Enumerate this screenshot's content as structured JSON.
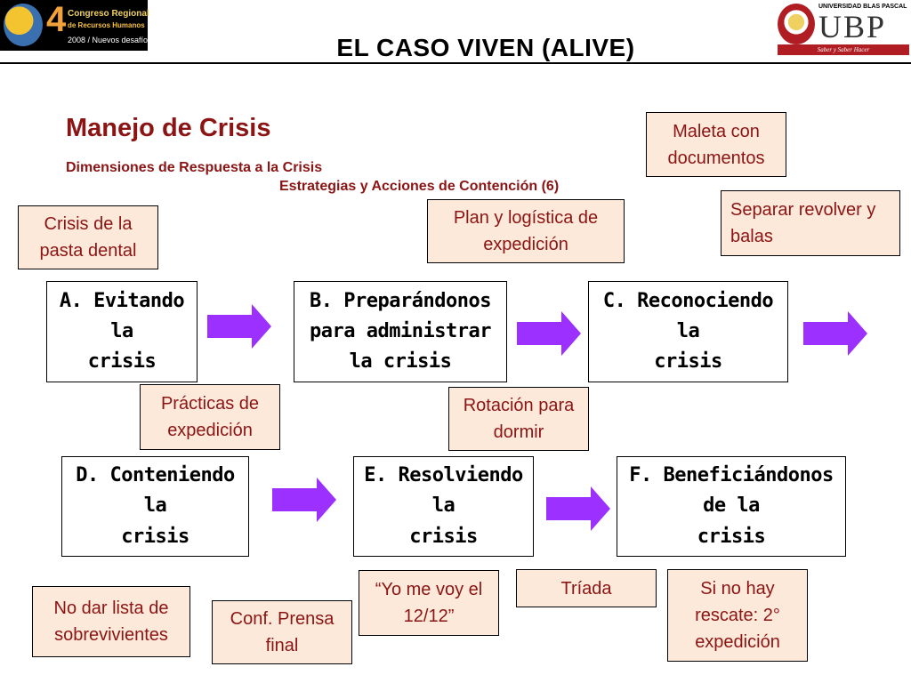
{
  "header": {
    "title": "EL CASO VIVEN (ALIVE)",
    "logo_left": {
      "number": "4",
      "line1": "Congreso Regional",
      "line2": "de Recursos Humanos",
      "line3": "2008 / Nuevos desafíos"
    },
    "logo_right": {
      "university": "UNIVERSIDAD BLAS PASCAL",
      "acronym": "UBP",
      "motto": "Saber y Saber Hacer"
    }
  },
  "main": {
    "heading": "Manejo de Crisis",
    "subheading": "Dimensiones de Respuesta a la Crisis",
    "subheading2": "Estrategias y Acciones de Contención (6)"
  },
  "stages": [
    {
      "label": "A. Evitando\nla\ncrisis"
    },
    {
      "label": "B. Preparándonos\npara administrar\nla crisis"
    },
    {
      "label": "C. Reconociendo\nla\ncrisis"
    },
    {
      "label": "D. Conteniendo\nla\ncrisis"
    },
    {
      "label": "E. Resolviendo\nla\ncrisis"
    },
    {
      "label": "F. Beneficiándonos\nde la\ncrisis"
    }
  ],
  "notes": {
    "crisis_pasta": "Crisis de la pasta dental",
    "plan_logistica": "Plan y logística de expedición",
    "maleta": "Maleta con documentos",
    "separar": "Separar revolver y balas",
    "practicas": "Prácticas de expedición",
    "rotacion": "Rotación para dormir",
    "yo_me_voy": "“Yo me voy el 12/12”",
    "triada": "Tríada",
    "si_no_hay": "Si no hay rescate: 2° expedición",
    "no_dar": "No dar lista de sobrevivientes",
    "conf_prensa": "Conf. Prensa final"
  },
  "colors": {
    "title_red": "#8b1414",
    "note_fill": "#fde9d9",
    "arrow_purple": "#9b30ff"
  }
}
